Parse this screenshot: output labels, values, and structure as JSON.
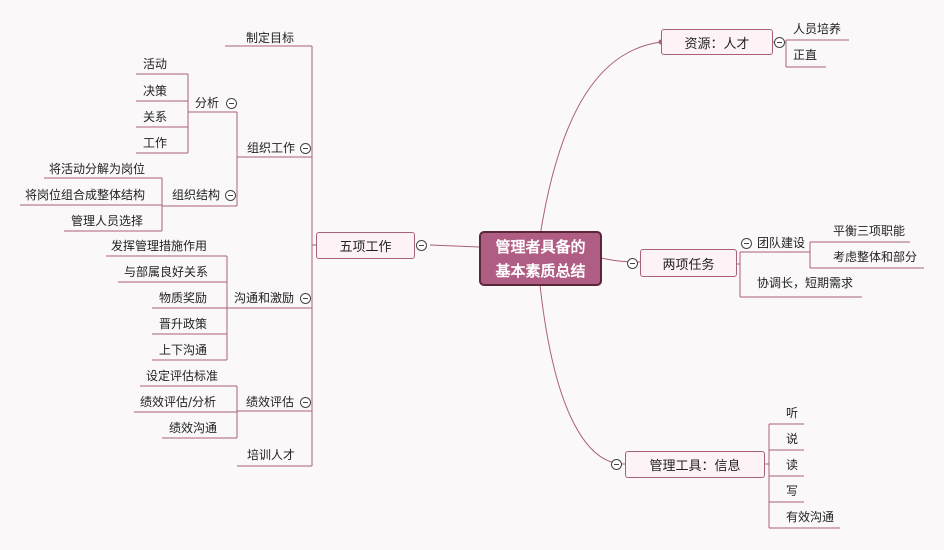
{
  "root": {
    "line1": "管理者具备的",
    "line2": "基本素质总结"
  },
  "resources": {
    "label": "资源：人才",
    "items": [
      "人员培养",
      "正直"
    ]
  },
  "tasks": {
    "label": "两项任务",
    "team": {
      "label": "团队建设",
      "items": [
        "平衡三项职能",
        "考虑整体和部分"
      ]
    },
    "coord": "协调长，短期需求"
  },
  "tools": {
    "label": "管理工具：信息",
    "items": [
      "听",
      "说",
      "读",
      "写",
      "有效沟通"
    ]
  },
  "five": {
    "label": "五项工作",
    "goal": "制定目标",
    "org": {
      "label": "组织工作",
      "analysis": {
        "label": "分析",
        "items": [
          "活动",
          "决策",
          "关系",
          "工作"
        ]
      },
      "structure": {
        "label": "组织结构",
        "items": [
          "将活动分解为岗位",
          "将岗位组合成整体结构",
          "管理人员选择"
        ]
      }
    },
    "comm": {
      "label": "沟通和激励",
      "items": [
        "发挥管理措施作用",
        "与部属良好关系",
        "物质奖励",
        "晋升政策",
        "上下沟通"
      ]
    },
    "perf": {
      "label": "绩效评估",
      "items": [
        "设定评估标准",
        "绩效评估/分析",
        "绩效沟通"
      ]
    },
    "train": "培训人才"
  },
  "colors": {
    "line": "#a86178",
    "root_fill": "#b05d84",
    "root_border": "#5a2738",
    "node_fill": "#fdf3f6"
  }
}
